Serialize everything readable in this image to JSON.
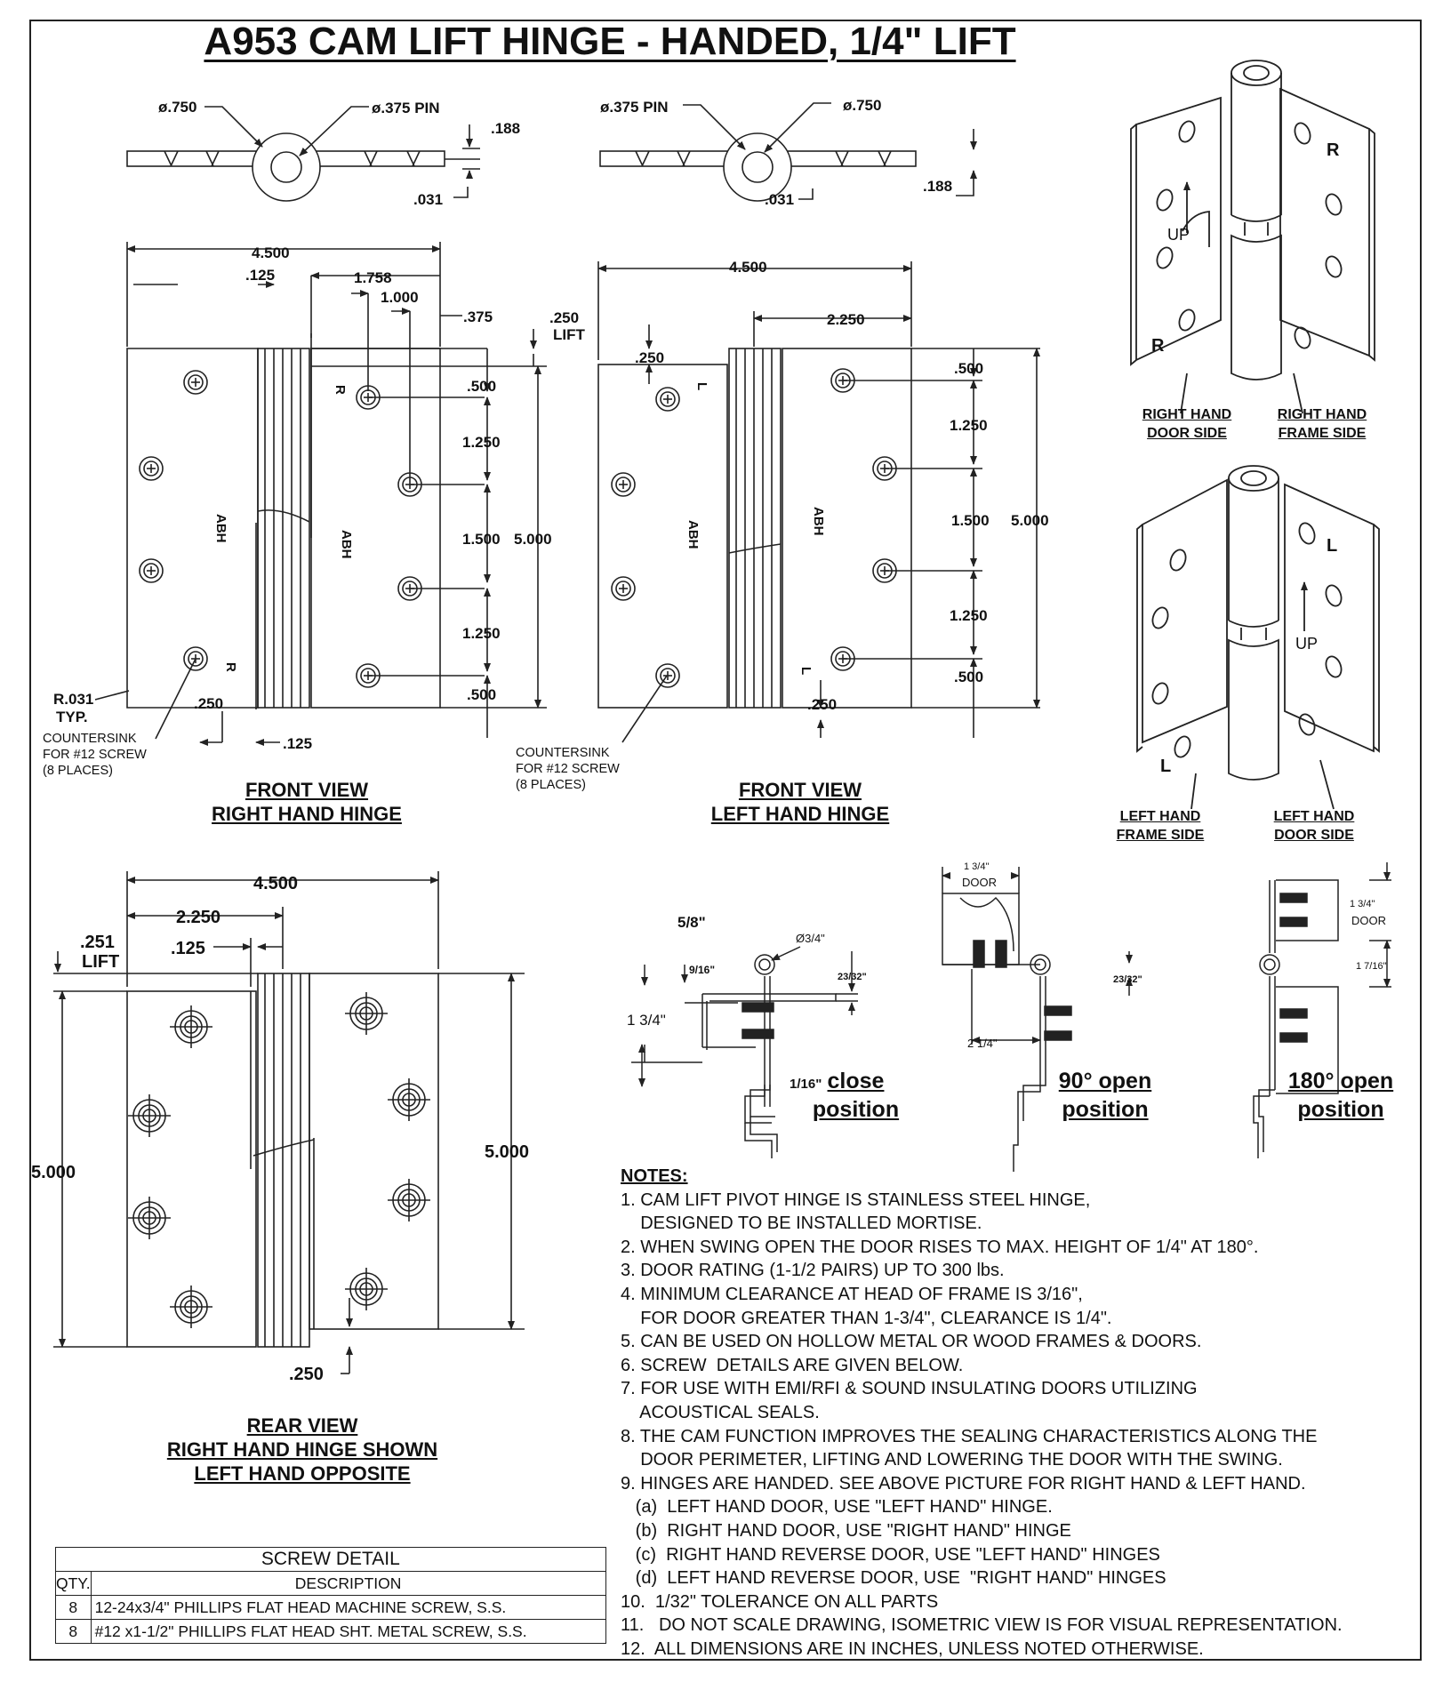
{
  "title": "A953 CAM LIFT HINGE - HANDED, 1/4\" LIFT",
  "views": {
    "front_right": [
      "FRONT VIEW",
      "RIGHT HAND HINGE"
    ],
    "front_left": [
      "FRONT VIEW",
      "LEFT HAND HINGE"
    ],
    "rear": [
      "REAR VIEW",
      "RIGHT HAND HINGE SHOWN",
      "LEFT HAND OPPOSITE"
    ]
  },
  "iso_labels": {
    "rh_door": [
      "RIGHT HAND",
      "DOOR SIDE"
    ],
    "rh_frame": [
      "RIGHT HAND",
      "FRAME SIDE"
    ],
    "lh_frame": [
      "LEFT HAND",
      "FRAME SIDE"
    ],
    "lh_door": [
      "LEFT HAND",
      "DOOR SIDE"
    ],
    "up": "UP",
    "r": "R",
    "l": "L"
  },
  "dims": {
    "d750": "ø.750",
    "d375pin": "ø.375  PIN",
    "d188": ".188",
    "d031": ".031",
    "d4500": "4.500",
    "d125": ".125",
    "d1758": "1.758",
    "d1000": "1.000",
    "d375": ".375",
    "d250": ".250",
    "lift": "LIFT",
    "d500": ".500",
    "d1250": "1.250",
    "d1500": "1.500",
    "d5000": "5.000",
    "d2250": "2.250",
    "d251": ".251",
    "r031": "R.031",
    "typ": "TYP.",
    "abh": "ABH",
    "r": "R",
    "l": "L"
  },
  "countersink": [
    "COUNTERSINK",
    "FOR #12 SCREW",
    "(8 PLACES)"
  ],
  "positions": {
    "close": [
      "close",
      "position"
    ],
    "open90": [
      "90° open",
      "position"
    ],
    "open180": [
      "180° open",
      "position"
    ],
    "door": "DOOR",
    "f58": "5/8\"",
    "f916": "9/16\"",
    "f134": "1 3/4\"",
    "f116": "1/16\"",
    "f2332": "23/32\"",
    "f34": "Ø3/4\"",
    "f214": "2 1/4\"",
    "f1716": "1 7/16\""
  },
  "notes_title": "NOTES:",
  "notes": [
    "1. CAM LIFT PIVOT HINGE IS STAINLESS STEEL HINGE,",
    "    DESIGNED TO BE INSTALLED MORTISE.",
    "2. WHEN SWING OPEN THE DOOR RISES TO MAX. HEIGHT OF 1/4\" AT 180°.",
    "3. DOOR RATING (1-1/2 PAIRS) UP TO 300 lbs.",
    "4. MINIMUM CLEARANCE AT HEAD OF FRAME IS 3/16\",",
    "    FOR DOOR GREATER THAN 1-3/4\", CLEARANCE IS 1/4\".",
    "5. CAN BE USED ON HOLLOW METAL OR WOOD FRAMES & DOORS.",
    "6. SCREW  DETAILS ARE GIVEN BELOW.",
    "7. FOR USE WITH EMI/RFI & SOUND INSULATING DOORS UTILIZING",
    "    ACOUSTICAL SEALS.",
    "8. THE CAM FUNCTION IMPROVES THE SEALING CHARACTERISTICS ALONG THE",
    "    DOOR PERIMETER, LIFTING AND LOWERING THE DOOR WITH THE SWING.",
    "9. HINGES ARE HANDED. SEE ABOVE PICTURE FOR RIGHT HAND & LEFT HAND.",
    "   (a)  LEFT HAND DOOR, USE \"LEFT HAND\" HINGE.",
    "   (b)  RIGHT HAND DOOR, USE \"RIGHT HAND\" HINGE",
    "   (c)  RIGHT HAND REVERSE DOOR, USE \"LEFT HAND\" HINGES",
    "   (d)  LEFT HAND REVERSE DOOR, USE  \"RIGHT HAND\" HINGES",
    "10.  1/32\" TOLERANCE ON ALL PARTS",
    "11.   DO NOT SCALE DRAWING, ISOMETRIC VIEW IS FOR VISUAL REPRESENTATION.",
    "12.  ALL DIMENSIONS ARE IN INCHES, UNLESS NOTED OTHERWISE."
  ],
  "screw_table": {
    "title": "SCREW DETAIL",
    "col_qty": "QTY.",
    "col_desc": "DESCRIPTION",
    "rows": [
      {
        "qty": "8",
        "desc": "12-24x3/4\" PHILLIPS FLAT HEAD MACHINE SCREW, S.S."
      },
      {
        "qty": "8",
        "desc": "#12 x1-1/2\" PHILLIPS FLAT HEAD SHT. METAL SCREW, S.S."
      }
    ]
  }
}
